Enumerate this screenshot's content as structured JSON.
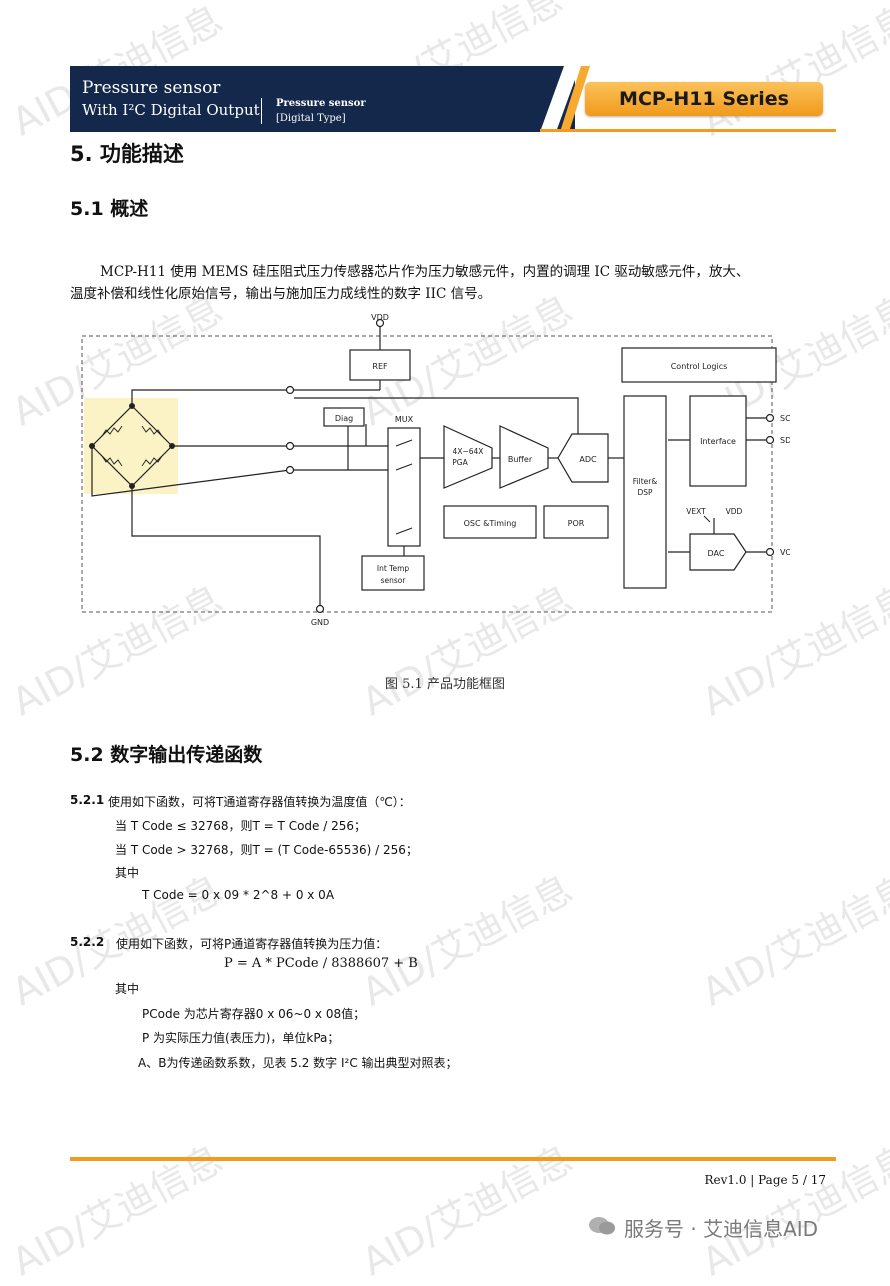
{
  "header": {
    "title_line1": "Pressure sensor",
    "title_line2": "With I²C Digital Output",
    "subtitle_line1": "Pressure sensor",
    "subtitle_line2": "[Digital Type]",
    "series": "MCP-H11 Series"
  },
  "section5": {
    "heading": "5.  功能描述"
  },
  "section51": {
    "heading": "5.1  概述",
    "paragraph_line1": "MCP-H11 使用 MEMS 硅压阻式压力传感器芯片作为压力敏感元件，内置的调理 IC 驱动敏感元件，放大、",
    "paragraph_line2": "温度补偿和线性化原始信号，输出与施加压力成线性的数字 IIC 信号。"
  },
  "diagram": {
    "vdd": "VDD",
    "ref": "REF",
    "diag": "Diag",
    "mux": "MUX",
    "pga_line1": "4X~64X",
    "pga_line2": "PGA",
    "buffer": "Buffer",
    "adc": "ADC",
    "control": "Control Logics",
    "filter_line1": "Filter&",
    "filter_line2": "DSP",
    "interface": "Interface",
    "scl": "SCL",
    "sda": "SDA",
    "vext": "VEXT",
    "vdd2": "VDD",
    "dac": "DAC",
    "vout": "VOUT/FREQ",
    "osc": "OSC &Timing",
    "por": "POR",
    "temp_line1": "Int Temp",
    "temp_line2": "sensor",
    "gnd": "GND",
    "caption": "图 5.1  产品功能框图"
  },
  "section52": {
    "heading": "5.2  数字输出传递函数",
    "s521_num": "5.2.1",
    "s521_text": "使用如下函数，可将T通道寄存器值转换为温度值（℃）：",
    "s521_l1": "当  T Code  ≤  32768，则T = T Code / 256；",
    "s521_l2": "当  T Code > 32768，则T = (T Code-65536) / 256；",
    "s521_l3": "其中",
    "s521_l4": "T Code = 0 x 09 * 2^8 + 0 x 0A",
    "s522_num": "5.2.2",
    "s522_text": "使用如下函数，可将P通道寄存器值转换为压力值：",
    "s522_formula": "P = A * PCode  / 8388607 + B",
    "s522_l1": "其中",
    "s522_l2": "PCode  为芯片寄存器0 x 06~0 x 08值；",
    "s522_l3": "P  为实际压力值(表压力)，单位kPa；",
    "s522_l4": "A、B为传递函数系数，见表  5.2  数字  I²C  输出典型对照表；"
  },
  "footer": {
    "page": "Rev1.0 | Page 5 / 17",
    "account": "服务号 · 艾迪信息AID"
  },
  "watermark": "AID/艾迪信息",
  "colors": {
    "navy": "#14284b",
    "orange": "#f39a1f"
  }
}
